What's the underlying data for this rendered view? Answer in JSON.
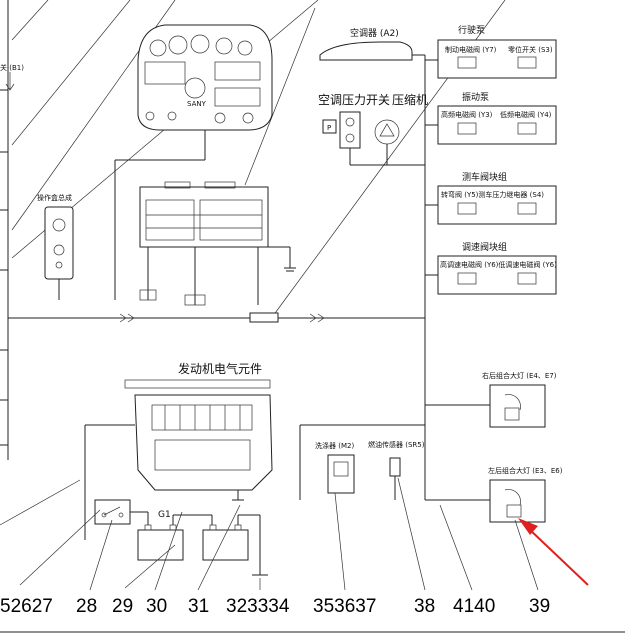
{
  "labels": {
    "air_conditioner": "空调器 (A2)",
    "travel_valve": "行驶泵",
    "brake_solenoid": "制动电磁阀 (Y7)",
    "zero_switch": "零位开关 (S3)",
    "vibration_pump": "振动泵",
    "high_freq_solenoid": "高频电磁阀 (Y3)",
    "low_freq_solenoid": "低频电磁阀 (Y4)",
    "ac_pressure": "空调压力开关",
    "compressor": "压缩机",
    "operator_box": "操作盒总成",
    "steer_valve_group": "测车阀块组",
    "steer_text": "转弯阀 (Y5)测车压力继电器 (S4)",
    "speed_valve_group": "调速阀块组",
    "speed_text": "高调速电磁阀 (Y6)低调速电磁阀 (Y6)",
    "engine_parts": "发动机电气元件",
    "rear_right_lamp": "右后组合大灯 (E4、E7)",
    "rear_left_lamp": "左后组合大灯 (E3、E6)",
    "washer": "洗涤器 (M2)",
    "fuel_sensor": "燃油传感器 (SR5)",
    "g1": "G1",
    "b1": "关 (B1)",
    "sany": "SANY"
  },
  "numbers": {
    "n1": "52627",
    "n2": "28",
    "n3": "29",
    "n4": "30",
    "n5": "31",
    "n6": "323334",
    "n7": "353637",
    "n8": "38",
    "n9": "4140",
    "n10": "39"
  }
}
